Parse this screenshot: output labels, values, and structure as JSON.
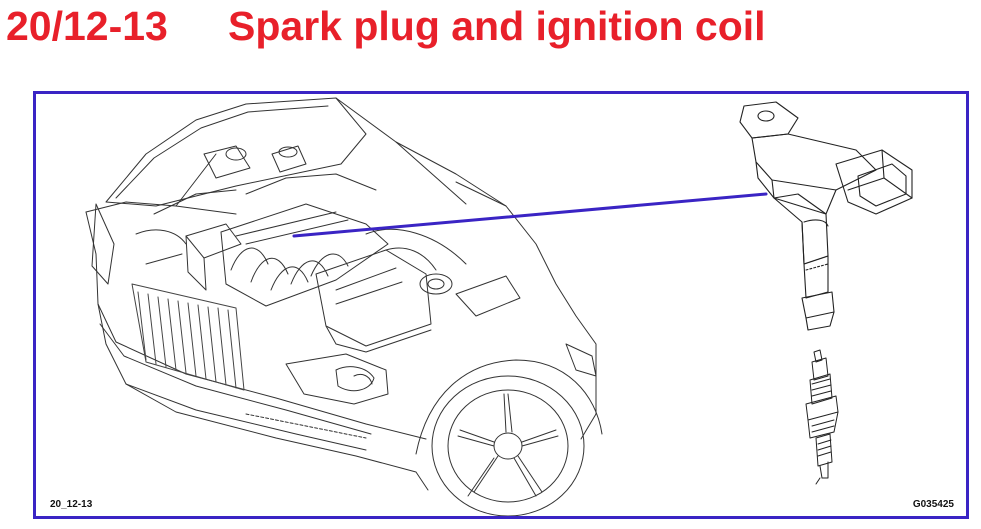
{
  "header": {
    "section_code": "20/12-13",
    "title": "Spark plug and ignition coil"
  },
  "diagram": {
    "frame_color": "#3a24c4",
    "title_color": "#e8202a",
    "illustration_ref": "20_12-13",
    "figure_id": "G035425",
    "parts": [
      {
        "name": "ignition-coil"
      },
      {
        "name": "spark-plug"
      },
      {
        "name": "engine-bay"
      }
    ]
  }
}
